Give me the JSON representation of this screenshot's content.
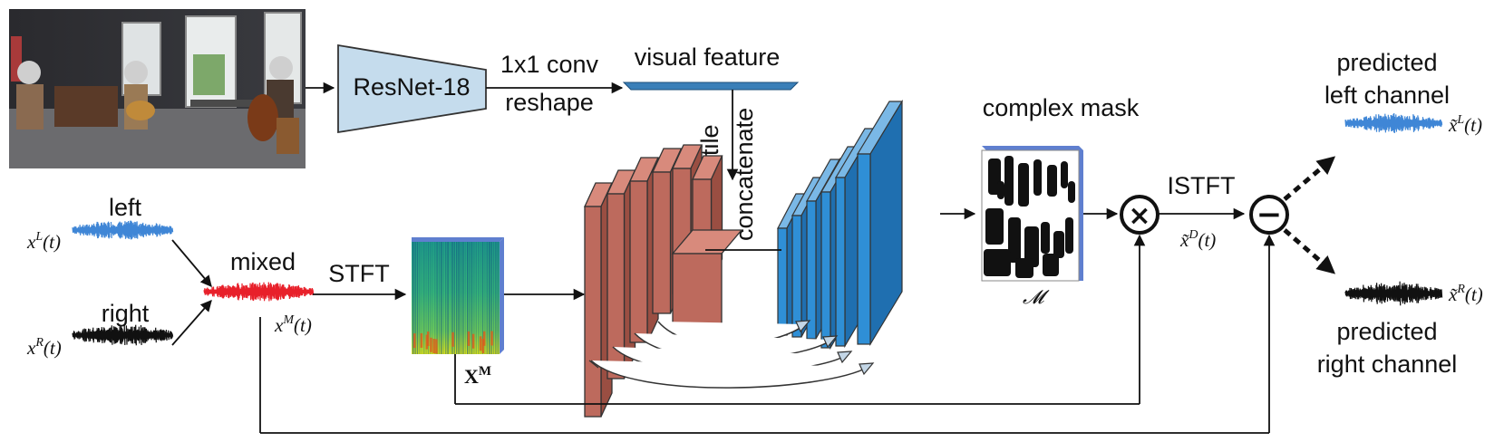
{
  "labels": {
    "resnet": "ResNet-18",
    "conv": "1x1 conv",
    "reshape": "reshape",
    "visual_feature": "visual feature",
    "tile": "tile",
    "concatenate": "concatenate",
    "complex_mask": "complex mask",
    "left": "left",
    "right": "right",
    "mixed": "mixed",
    "stft": "STFT",
    "istft": "ISTFT",
    "pred_left_1": "predicted",
    "pred_left_2": "left channel",
    "pred_right_1": "predicted",
    "pred_right_2": "right channel"
  },
  "math": {
    "x_left": {
      "base": "x",
      "sup": "L",
      "arg": "(t)"
    },
    "x_right": {
      "base": "x",
      "sup": "R",
      "arg": "(t)"
    },
    "x_mixed": {
      "base": "x",
      "sup": "M",
      "arg": "(t)"
    },
    "X_mixed": {
      "base": "X",
      "sup": "M"
    },
    "mask_symbol": "𝓜",
    "x_diff": {
      "base": "x̃",
      "sup": "D",
      "arg": "(t)"
    },
    "x_pred_left": {
      "base": "x̃",
      "sup": "L",
      "arg": "(t)"
    },
    "x_pred_right": {
      "base": "x̃",
      "sup": "R",
      "arg": "(t)"
    }
  },
  "operators": {
    "multiply": "×",
    "subtract": "−"
  },
  "colors": {
    "left_wave": "#3f86d6",
    "right_wave": "#111111",
    "mixed_wave": "#e8202a",
    "encoder": "#bd6a5d",
    "decoder": "#2f8fd6",
    "resnet_fill": "#c5dced",
    "feature_bar": "#3a7fb8"
  },
  "icons": {
    "photo": "room-photo-icon",
    "spectrogram": "spectrogram-icon",
    "mask": "complex-mask-icon"
  }
}
